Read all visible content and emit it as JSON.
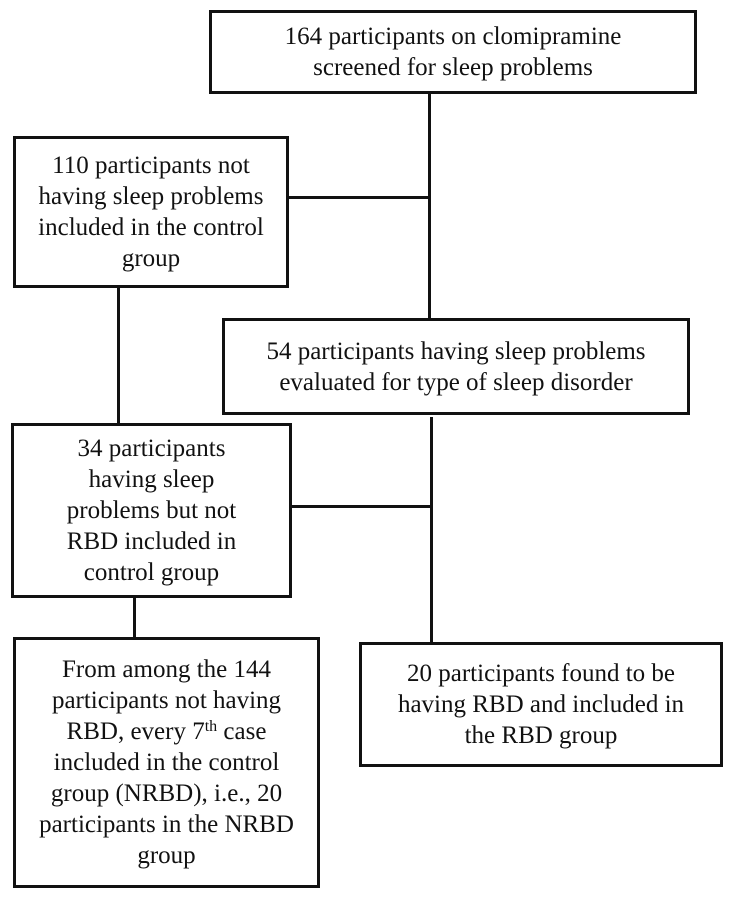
{
  "flowchart": {
    "screened": "164 participants on clomipramine screened for sleep problems",
    "no_problems": "110 participants not having sleep problems included in the control group",
    "evaluated": "54 participants having sleep problems evaluated for type of sleep disorder",
    "not_rbd": "34 participants having sleep problems but not RBD included in control group",
    "nrbd": {
      "before_sup": "From among the 144 participants not having RBD, every 7",
      "sup": "th",
      "after_sup": " case included in the control group (NRBD), i.e., 20 participants in the NRBD group"
    },
    "rbd": "20 participants found to be having RBD and included in the RBD group"
  }
}
